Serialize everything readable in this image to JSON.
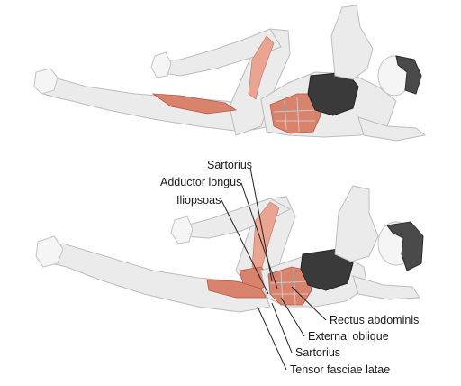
{
  "labels": {
    "sartorius_top": "Sartorius",
    "adductor_longus": "Adductor longus",
    "iliopsoas": "Iliopsoas",
    "rectus_abdominis": "Rectus abdominis",
    "external_oblique": "External oblique",
    "sartorius_bottom": "Sartorius",
    "tensor_fasciae_latae": "Tensor fasciae latae"
  },
  "colors": {
    "muscle": "#d9826c",
    "skin": "#ebebeb",
    "garment": "#3a3a3a",
    "leader_line": "#222222"
  },
  "figures": {
    "top": "figure-upper-pose",
    "bottom": "figure-lower-pose"
  }
}
